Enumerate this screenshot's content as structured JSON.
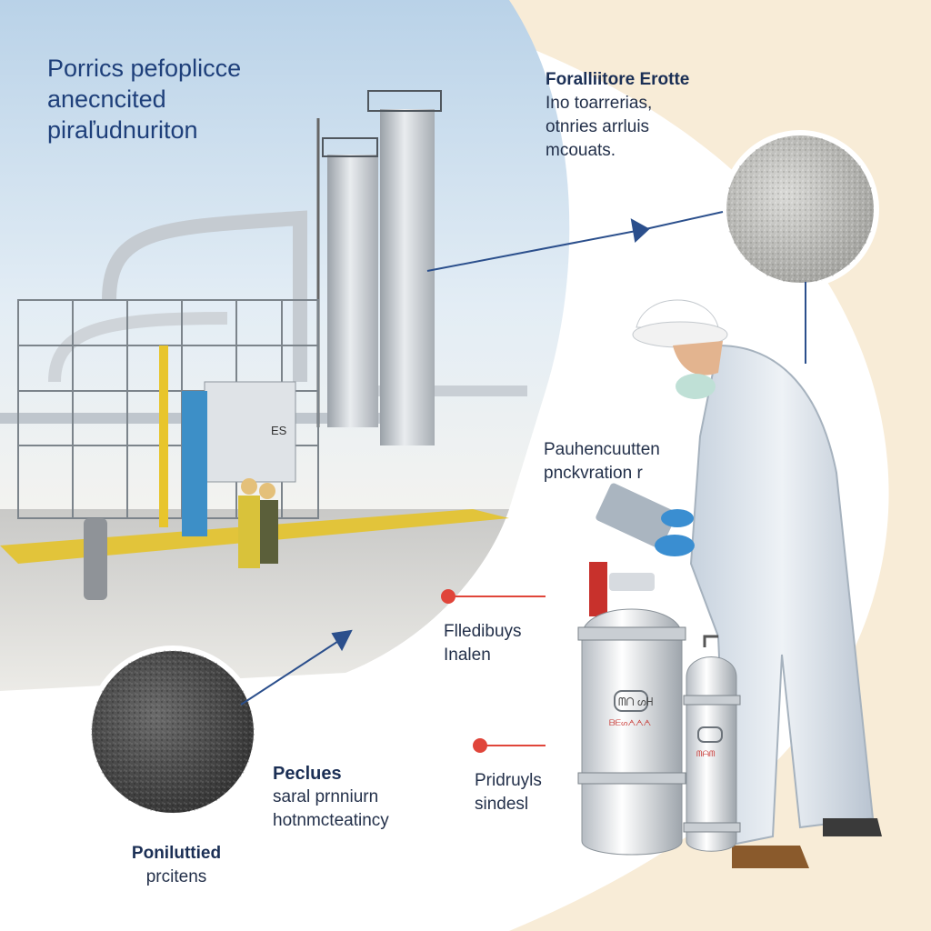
{
  "title": {
    "line1": "Porrics pefoplicce",
    "line2": "anecncited",
    "line3": "piraľudnuriton"
  },
  "callout_top_right": {
    "heading": "Foralliitore Erotte",
    "line1": "Ino toarrerias,",
    "line2": "otnries arrluis",
    "line3": "mcouats."
  },
  "callout_mid_right": {
    "line1": "Pauhencuutten",
    "line2": "pnckvration r"
  },
  "callout_mid_center": {
    "line1": "Flledibuys",
    "line2": "Inalen"
  },
  "callout_low_center": {
    "line1": "Pridruyls",
    "line2": "sindesl"
  },
  "callout_bottom_center": {
    "heading": "Peclues",
    "line1": "saral prnniurn",
    "line2": "hotnmcteatincy"
  },
  "callout_bottom_left": {
    "heading": "Poniluttied",
    "line1": "prcitens"
  },
  "equipment_labels": {
    "cabinet_mark": "ES",
    "cylinder_large_label": "ᗰᑎ ᔕᕼ",
    "cylinder_large_text": "ᗷᗴᔕᗅᗅᗅ",
    "cylinder_small_text": "ᗰᗩᗰ"
  },
  "colors": {
    "title_blue": "#1e3f7a",
    "connector_blue": "#2b4f8c",
    "marker_red": "#e0453a",
    "background_cream": "#f8ecd7",
    "sky_blue": "#c9dcec"
  }
}
